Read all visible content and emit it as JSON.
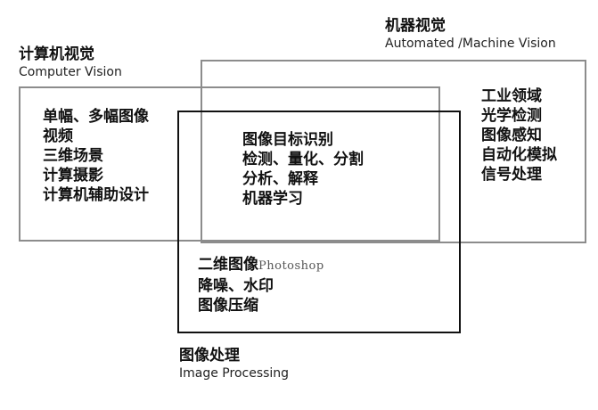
{
  "computer_vision": {
    "title_zh": "计算机视觉",
    "title_en": "Computer Vision",
    "items": [
      "单幅、多幅图像",
      "视频",
      "三维场景",
      "计算摄影",
      "计算机辅助设计"
    ]
  },
  "machine_vision": {
    "title_zh": "机器视觉",
    "title_en": "Automated /Machine Vision",
    "items": [
      "工业领域",
      "光学检测",
      "图像感知",
      "自动化模拟",
      "信号处理"
    ]
  },
  "image_processing": {
    "title_zh": "图像处理",
    "title_en": "Image Processing",
    "items": [
      "二维图像",
      "降噪、水印",
      "图像压缩"
    ],
    "photoshop": "Photoshop"
  },
  "overlap": {
    "items": [
      "图像目标识别",
      "检测、量化、分割",
      "分析、解释",
      "机器学习"
    ]
  },
  "colors": {
    "outer_border": "#8c8c8c",
    "image_processing_border": "#111111"
  }
}
